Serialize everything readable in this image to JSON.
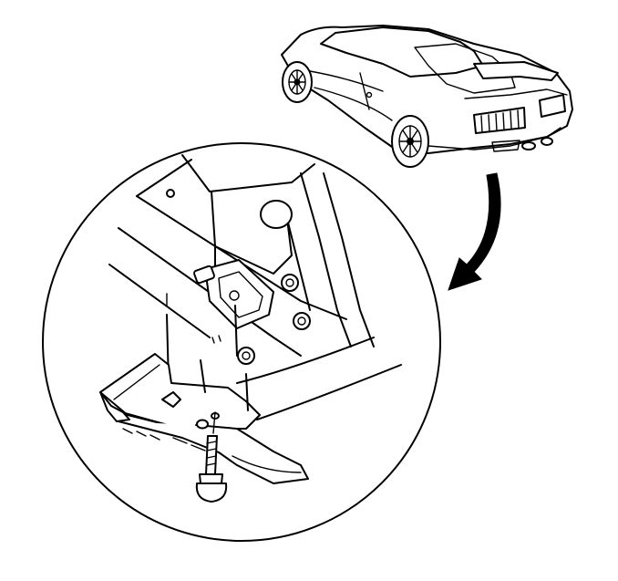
{
  "figure": {
    "line_color": "#000000",
    "background_color": "#ffffff",
    "parts": [
      "car-illustration",
      "direction-arrow-icon",
      "detail-circle",
      "bracket",
      "bolt",
      "nuts"
    ]
  }
}
